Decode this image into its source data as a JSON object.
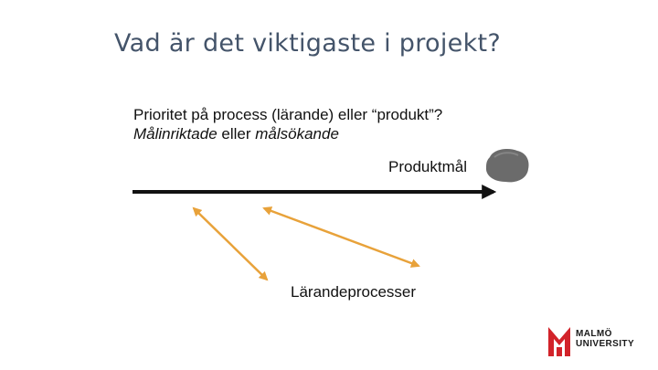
{
  "slide": {
    "title": "Vad är det viktigaste i projekt?",
    "line1": "Prioritet på process (lärande) eller “produkt”?",
    "line2": {
      "italic1": "Målinriktade",
      "mid": " eller ",
      "italic2": "målsökande"
    },
    "goal_label": "Produktmål",
    "process_label": "Lärandeprocesser"
  },
  "logo": {
    "line1": "MALMÖ",
    "line2": "UNIVERSITY"
  },
  "colors": {
    "title": "#44546a",
    "arrow_main": "#111111",
    "arrow_orange": "#e8a23a",
    "rock": "#6b6b6b",
    "logo_red": "#d2232a"
  },
  "icons": {
    "goal_shape": "rock-shape",
    "logo": "malmo-university-logo"
  }
}
